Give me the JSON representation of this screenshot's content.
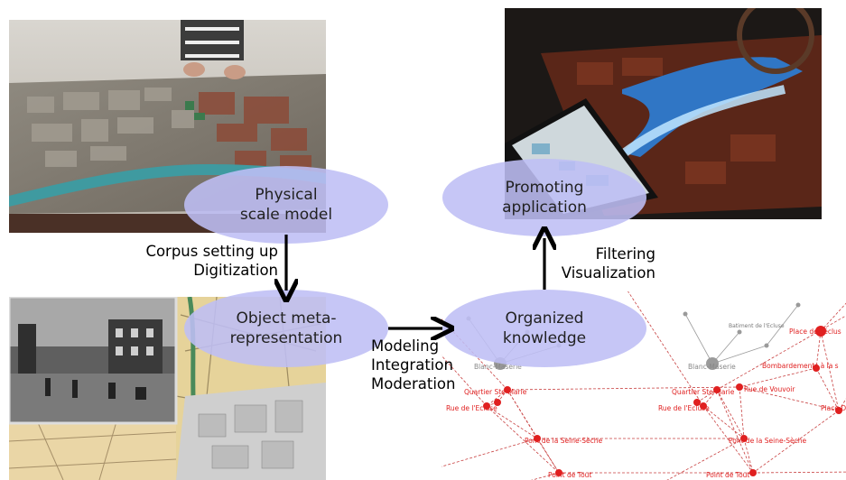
{
  "nodes": {
    "physical": [
      "Physical",
      "scale model"
    ],
    "object": [
      "Object meta-",
      "representation"
    ],
    "organized": [
      "Organized",
      "knowledge"
    ],
    "promoting": [
      "Promoting",
      "application"
    ]
  },
  "edges": {
    "corpus": [
      "Corpus setting up",
      "Digitization"
    ],
    "modeling": [
      "Modeling",
      "Integration",
      "Moderation"
    ],
    "filtering": [
      "Filtering",
      "Visualization"
    ]
  },
  "graph_labels": {
    "place_ecluse": "Place de l'éclus",
    "bombardements": "Bombardements à la s",
    "rue_vouvoir": "Rue de Vouvoir",
    "quartier_left": "Quartier Ste-Marie",
    "rue_left": "Rue de l'Ecluse",
    "pont_left": "Pont de la Seine-Sèche",
    "point_left": "Point de Tout",
    "blanc_left": "Blanc-Maserie",
    "blanc_right": "Blanc-Maserie",
    "place_right": "Place D",
    "quartier_right": "Quartier Ste-Marie",
    "rue_right": "Rue de l'Ecluse",
    "pont_right": "Pont de la Seine-Sèche",
    "point_right": "Point de Tout",
    "gray_top": "Batiment de l'Ecluse"
  },
  "colors": {
    "ellipse": "#bebef5",
    "arrow": "#000000",
    "graph_node": "#e02020",
    "graph_edge": "#c84040"
  }
}
